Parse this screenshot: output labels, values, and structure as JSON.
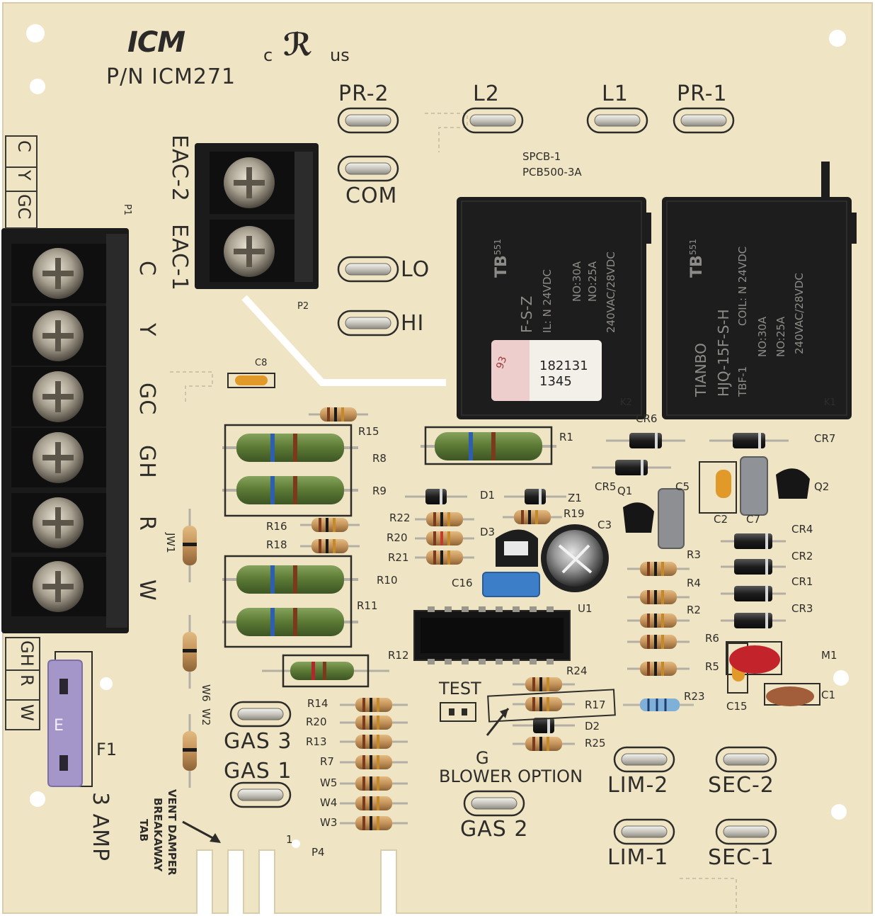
{
  "board": {
    "brand_logo": "ICM",
    "cert_mark_c": "c",
    "cert_mark_us": "us",
    "part_number": "P/N ICM271",
    "pcb_id_1": "SPCB-1",
    "pcb_id_2": "PCB500-3A"
  },
  "terminals_top": {
    "pr2": "PR-2",
    "l2": "L2",
    "l1": "L1",
    "pr1": "PR-1",
    "com": "COM",
    "lo": "LO",
    "hi": "HI"
  },
  "eac_block": {
    "label_eac2": "EAC-2",
    "label_eac1": "EAC-1",
    "ref": "P2"
  },
  "thermostat_block": {
    "ref": "P1",
    "terminals": [
      "C",
      "Y",
      "GC",
      "GH",
      "R",
      "W"
    ],
    "edge_labels_top": [
      "C",
      "Y",
      "GC"
    ],
    "edge_labels_bottom": [
      "GH",
      "R",
      "W"
    ]
  },
  "relays": {
    "k2": {
      "ref": "K2",
      "brand_mark": "TB",
      "number": "551",
      "model_partial": "F-S-Z",
      "coil_partial": "IL: N 24VDC",
      "contact_1": "NO:30A",
      "contact_2": "NO:25A",
      "rating": "240VAC/28VDC",
      "sticker_line_1": "182131",
      "sticker_line_2": "1345",
      "sticker_stamp": "93"
    },
    "k1": {
      "ref": "K1",
      "brand_mark": "TB",
      "number": "551",
      "brand": "TIANBO",
      "model": "HJQ-15F-S-H",
      "coil": "COIL: N 24VDC",
      "code": "TBF-1",
      "contact_1": "NO:30A",
      "contact_2": "NO:25A",
      "rating": "240VAC/28VDC"
    }
  },
  "components": {
    "c8": "C8",
    "r15": "R15",
    "r8": "R8",
    "r9": "R9",
    "r1": "R1",
    "cr6": "CR6",
    "cr7": "CR7",
    "cr5": "CR5",
    "q1": "Q1",
    "q2": "Q2",
    "c5": "C5",
    "c2": "C2",
    "c7": "C7",
    "c3": "C3",
    "d1": "D1",
    "z1": "Z1",
    "r22": "R22",
    "r20": "R20",
    "r21": "R21",
    "r19": "R19",
    "d3": "D3",
    "r16": "R16",
    "r18": "R18",
    "jw1": "JW1",
    "r10": "R10",
    "r11": "R11",
    "c16": "C16",
    "u1": "U1",
    "r3": "R3",
    "r4": "R4",
    "r2": "R2",
    "r6": "R6",
    "r5": "R5",
    "cr4": "CR4",
    "cr2": "CR2",
    "cr1": "CR1",
    "cr3": "CR3",
    "m1": "M1",
    "c1": "C1",
    "c15": "C15",
    "r23": "R23",
    "r12": "R12",
    "r24": "R24",
    "r17": "R17",
    "d2": "D2",
    "r25": "R25",
    "r14": "R14",
    "r13": "R13",
    "r7": "R7",
    "w5": "W5",
    "w4": "W4",
    "w3": "W3",
    "w6": "W6",
    "w2": "W2",
    "f1": "F1",
    "p4": "P4",
    "pin1": "1",
    "test": "TEST",
    "g": "G"
  },
  "terminals_bottom": {
    "gas3": "GAS 3",
    "gas1": "GAS 1",
    "gas2": "GAS 2",
    "lim2": "LIM-2",
    "sec2": "SEC-2",
    "lim1": "LIM-1",
    "sec1": "SEC-1",
    "blower_option": "BLOWER OPTION"
  },
  "fuse": {
    "body_text": "E",
    "rating_label": "3 AMP"
  },
  "vent_tab": {
    "line_1": "VENT DAMPER",
    "line_2": "BREAKAWAY",
    "line_3": "TAB"
  },
  "colors": {
    "pcb": "#efe4c4",
    "relay": "#1c1c1c",
    "resistor_green": "#5f7c3a",
    "resistor_tan": "#c99a5e",
    "fuse": "#a496c8",
    "terminal_block": "#1a1a1a"
  }
}
